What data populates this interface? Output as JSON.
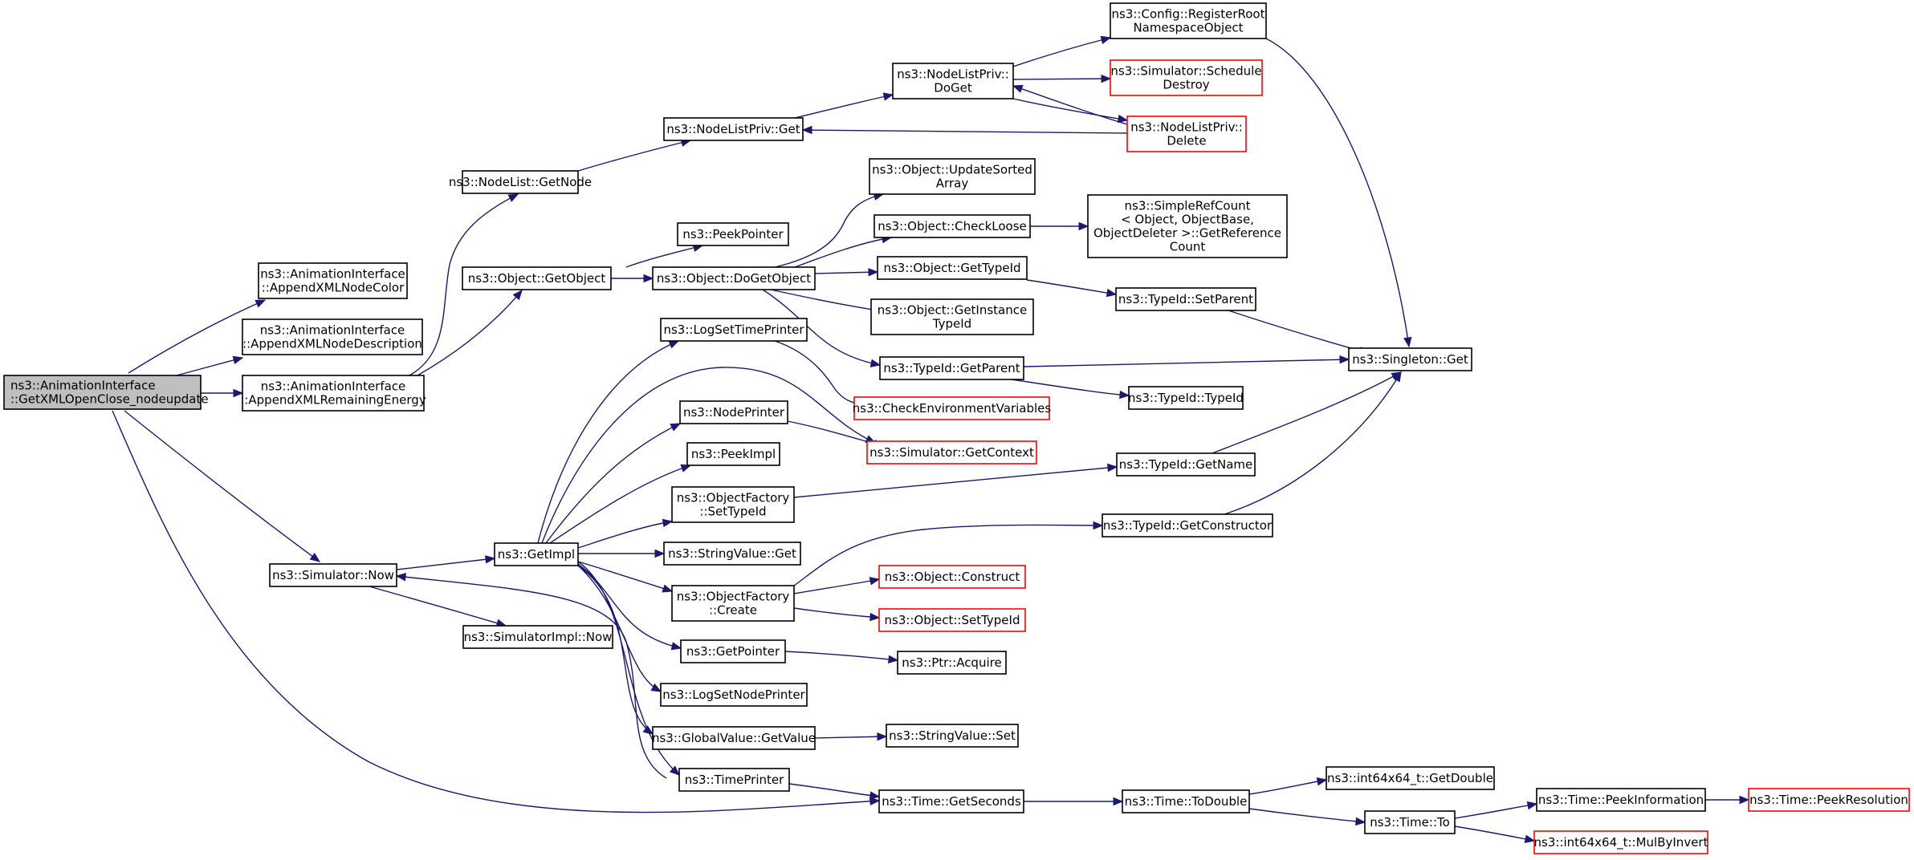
{
  "colors": {
    "edge": "#191970",
    "border_normal": "#000000",
    "border_truncated": "#ff0000",
    "fill_normal": "#ffffff",
    "fill_root": "#bfbfbf"
  },
  "nodes": [
    {
      "id": "root",
      "lines": [
        "ns3::AnimationInterface",
        "::GetXMLOpenClose_nodeupdate"
      ],
      "style": "root"
    },
    {
      "id": "appendColor",
      "lines": [
        "ns3::AnimationInterface",
        "::AppendXMLNodeColor"
      ],
      "style": "normal"
    },
    {
      "id": "appendDesc",
      "lines": [
        "ns3::AnimationInterface",
        "::AppendXMLNodeDescription"
      ],
      "style": "normal"
    },
    {
      "id": "appendEnergy",
      "lines": [
        "ns3::AnimationInterface",
        "::AppendXMLRemainingEnergy"
      ],
      "style": "normal"
    },
    {
      "id": "simNow",
      "lines": [
        "ns3::Simulator::Now"
      ],
      "style": "normal"
    },
    {
      "id": "nodeListGetNode",
      "lines": [
        "ns3::NodeList::GetNode"
      ],
      "style": "normal"
    },
    {
      "id": "objGetObject",
      "lines": [
        "ns3::Object::GetObject"
      ],
      "style": "normal"
    },
    {
      "id": "getImpl",
      "lines": [
        "ns3::GetImpl"
      ],
      "style": "normal"
    },
    {
      "id": "simImplNow",
      "lines": [
        "ns3::SimulatorImpl::Now"
      ],
      "style": "normal"
    },
    {
      "id": "nlpGet",
      "lines": [
        "ns3::NodeListPriv::Get"
      ],
      "style": "normal"
    },
    {
      "id": "peekPointer",
      "lines": [
        "ns3::PeekPointer"
      ],
      "style": "normal"
    },
    {
      "id": "doGetObject",
      "lines": [
        "ns3::Object::DoGetObject"
      ],
      "style": "normal"
    },
    {
      "id": "logSetTimePrinter",
      "lines": [
        "ns3::LogSetTimePrinter"
      ],
      "style": "normal"
    },
    {
      "id": "nodePrinter",
      "lines": [
        "ns3::NodePrinter"
      ],
      "style": "normal"
    },
    {
      "id": "peekImpl",
      "lines": [
        "ns3::PeekImpl"
      ],
      "style": "normal"
    },
    {
      "id": "ofSetTypeId",
      "lines": [
        "ns3::ObjectFactory",
        "::SetTypeId"
      ],
      "style": "normal"
    },
    {
      "id": "strValGet",
      "lines": [
        "ns3::StringValue::Get"
      ],
      "style": "normal"
    },
    {
      "id": "ofCreate",
      "lines": [
        "ns3::ObjectFactory",
        "::Create"
      ],
      "style": "normal"
    },
    {
      "id": "getPointer",
      "lines": [
        "ns3::GetPointer"
      ],
      "style": "normal"
    },
    {
      "id": "logSetNodePrinter",
      "lines": [
        "ns3::LogSetNodePrinter"
      ],
      "style": "normal"
    },
    {
      "id": "gvGetValue",
      "lines": [
        "ns3::GlobalValue::GetValue"
      ],
      "style": "normal"
    },
    {
      "id": "timePrinter",
      "lines": [
        "ns3::TimePrinter"
      ],
      "style": "normal"
    },
    {
      "id": "nlpDoGet",
      "lines": [
        "ns3::NodeListPriv::",
        "DoGet"
      ],
      "style": "normal"
    },
    {
      "id": "updateSorted",
      "lines": [
        "ns3::Object::UpdateSorted",
        "Array"
      ],
      "style": "normal"
    },
    {
      "id": "checkLoose",
      "lines": [
        "ns3::Object::CheckLoose"
      ],
      "style": "normal"
    },
    {
      "id": "objGetTypeId",
      "lines": [
        "ns3::Object::GetTypeId"
      ],
      "style": "normal"
    },
    {
      "id": "getInstTypeId",
      "lines": [
        "ns3::Object::GetInstance",
        "TypeId"
      ],
      "style": "normal"
    },
    {
      "id": "tidGetParent",
      "lines": [
        "ns3::TypeId::GetParent"
      ],
      "style": "normal"
    },
    {
      "id": "checkEnv",
      "lines": [
        "ns3::CheckEnvironmentVariables"
      ],
      "style": "truncated"
    },
    {
      "id": "simGetContext",
      "lines": [
        "ns3::Simulator::GetContext"
      ],
      "style": "truncated"
    },
    {
      "id": "objConstruct",
      "lines": [
        "ns3::Object::Construct"
      ],
      "style": "truncated"
    },
    {
      "id": "objSetTypeId",
      "lines": [
        "ns3::Object::SetTypeId"
      ],
      "style": "truncated"
    },
    {
      "id": "ptrAcquire",
      "lines": [
        "ns3::Ptr::Acquire"
      ],
      "style": "normal"
    },
    {
      "id": "strValSet",
      "lines": [
        "ns3::StringValue::Set"
      ],
      "style": "normal"
    },
    {
      "id": "timeGetSeconds",
      "lines": [
        "ns3::Time::GetSeconds"
      ],
      "style": "normal"
    },
    {
      "id": "cfgRegister",
      "lines": [
        "ns3::Config::RegisterRoot",
        "NamespaceObject"
      ],
      "style": "normal"
    },
    {
      "id": "simSchedDestroy",
      "lines": [
        "ns3::Simulator::Schedule",
        "Destroy"
      ],
      "style": "truncated"
    },
    {
      "id": "nlpDelete",
      "lines": [
        "ns3::NodeListPriv::",
        "Delete"
      ],
      "style": "truncated"
    },
    {
      "id": "simpleRefCount",
      "lines": [
        "ns3::SimpleRefCount",
        "< Object, ObjectBase,",
        "ObjectDeleter >::GetReference",
        "Count"
      ],
      "style": "normal"
    },
    {
      "id": "tidSetParent",
      "lines": [
        "ns3::TypeId::SetParent"
      ],
      "style": "normal"
    },
    {
      "id": "tidTypeId",
      "lines": [
        "ns3::TypeId::TypeId"
      ],
      "style": "normal"
    },
    {
      "id": "tidGetName",
      "lines": [
        "ns3::TypeId::GetName"
      ],
      "style": "normal"
    },
    {
      "id": "tidGetConstructor",
      "lines": [
        "ns3::TypeId::GetConstructor"
      ],
      "style": "normal"
    },
    {
      "id": "timeToDouble",
      "lines": [
        "ns3::Time::ToDouble"
      ],
      "style": "normal"
    },
    {
      "id": "singletonGet",
      "lines": [
        "ns3::Singleton::Get"
      ],
      "style": "normal"
    },
    {
      "id": "i64GetDouble",
      "lines": [
        "ns3::int64x64_t::GetDouble"
      ],
      "style": "normal"
    },
    {
      "id": "timeTo",
      "lines": [
        "ns3::Time::To"
      ],
      "style": "normal"
    },
    {
      "id": "timePeekInfo",
      "lines": [
        "ns3::Time::PeekInformation"
      ],
      "style": "normal"
    },
    {
      "id": "i64MulByInvert",
      "lines": [
        "ns3::int64x64_t::MulByInvert"
      ],
      "style": "truncated"
    },
    {
      "id": "timePeekRes",
      "lines": [
        "ns3::Time::PeekResolution"
      ],
      "style": "truncated"
    }
  ]
}
